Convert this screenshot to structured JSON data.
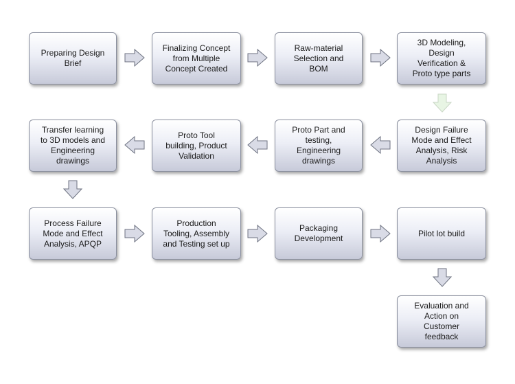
{
  "steps": {
    "s1": "Preparing Design\nBrief",
    "s2": "Finalizing Concept\nfrom Multiple\nConcept Created",
    "s3": "Raw-material\nSelection and\nBOM",
    "s4": "3D Modeling,\nDesign\nVerification &\nProto type parts",
    "s5": "Design Failure\nMode and Effect\nAnalysis, Risk\nAnalysis",
    "s6": "Proto Part and\ntesting,\nEngineering\ndrawings",
    "s7": "Proto Tool\nbuilding, Product\nValidation",
    "s8": "Transfer learning\nto 3D models and\nEngineering\ndrawings",
    "s9": "Process Failure\nMode and Effect\nAnalysis, APQP",
    "s10": "Production\nTooling, Assembly\nand Testing set up",
    "s11": "Packaging\nDevelopment",
    "s12": "Pilot lot build",
    "s13": "Evaluation and\nAction on\nCustomer\nfeedback"
  },
  "colors": {
    "box_border": "#8a8f9e",
    "arrow_fill": "#d9dbe6",
    "arrow_fill_light": "#e8f5e4",
    "arrow_stroke": "#6d7280"
  }
}
